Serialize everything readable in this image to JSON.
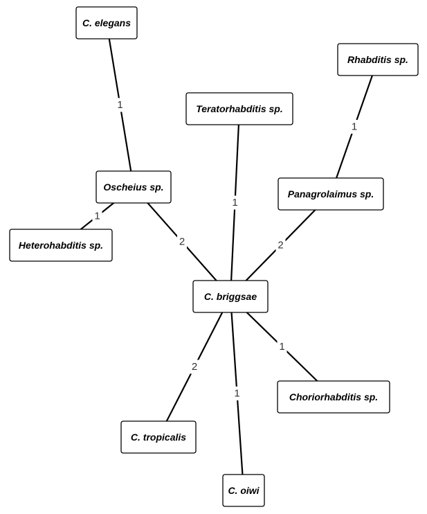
{
  "nodes": [
    {
      "id": "c_elegans",
      "label": "C. elegans"
    },
    {
      "id": "rhabditis",
      "label": "Rhabditis sp."
    },
    {
      "id": "teratorhabditis",
      "label": "Teratorhabditis sp."
    },
    {
      "id": "oscheius",
      "label": "Oscheius sp."
    },
    {
      "id": "panagrolaimus",
      "label": "Panagrolaimus sp."
    },
    {
      "id": "heterohabditis",
      "label": "Heterohabditis sp."
    },
    {
      "id": "c_briggsae",
      "label": "C. briggsae"
    },
    {
      "id": "choriorhabditis",
      "label": "Choriorhabditis sp."
    },
    {
      "id": "c_tropicalis",
      "label": "C. tropicalis"
    },
    {
      "id": "c_oiwi",
      "label": "C. oiwi"
    }
  ],
  "edges": [
    {
      "from": "c_elegans",
      "to": "oscheius",
      "label": "1"
    },
    {
      "from": "rhabditis",
      "to": "panagrolaimus",
      "label": "1"
    },
    {
      "from": "oscheius",
      "to": "heterohabditis",
      "label": "1"
    },
    {
      "from": "oscheius",
      "to": "c_briggsae",
      "label": "2"
    },
    {
      "from": "teratorhabditis",
      "to": "c_briggsae",
      "label": "1"
    },
    {
      "from": "panagrolaimus",
      "to": "c_briggsae",
      "label": "2"
    },
    {
      "from": "c_briggsae",
      "to": "choriorhabditis",
      "label": "1"
    },
    {
      "from": "c_briggsae",
      "to": "c_tropicalis",
      "label": "2"
    },
    {
      "from": "c_briggsae",
      "to": "c_oiwi",
      "label": "1"
    }
  ]
}
